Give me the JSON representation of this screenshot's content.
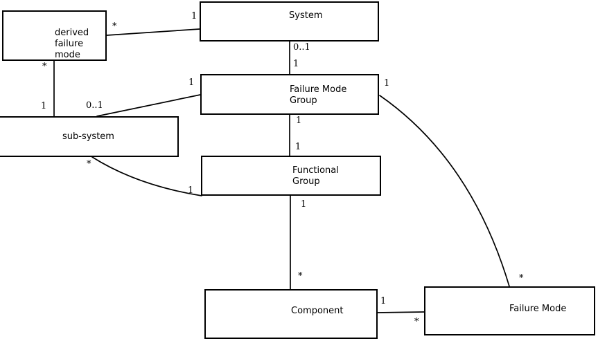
{
  "diagram": {
    "type": "uml-entity-relationship-diagram",
    "colors": {
      "background": "#ffffff",
      "box_fill": "#ffffff",
      "line": "#000000",
      "text": "#000000"
    },
    "entities": [
      {
        "id": "derived-failure-mode",
        "label": "derived\nfailure\nmode"
      },
      {
        "id": "system",
        "label": "System"
      },
      {
        "id": "failure-mode-group",
        "label": "Failure Mode\nGroup"
      },
      {
        "id": "sub-system",
        "label": "sub-system"
      },
      {
        "id": "functional-group",
        "label": "Functional\nGroup"
      },
      {
        "id": "component",
        "label": "Component"
      },
      {
        "id": "failure-mode",
        "label": "Failure Mode"
      }
    ],
    "relationships": [
      {
        "from": "derived failure mode",
        "to": "System",
        "from_card": "*",
        "to_card": "1"
      },
      {
        "from": "derived failure mode",
        "to": "sub-system",
        "from_card": "*",
        "to_card": "1"
      },
      {
        "from": "System",
        "to": "Failure Mode Group",
        "from_card": "0..1",
        "to_card": "1"
      },
      {
        "from": "sub-system",
        "to": "Failure Mode Group",
        "from_card": "0..1",
        "to_card": "1"
      },
      {
        "from": "Failure Mode Group",
        "to": "Functional Group",
        "from_card": "1",
        "to_card": "1"
      },
      {
        "from": "sub-system",
        "to": "Functional Group",
        "from_card": "*",
        "to_card": "1"
      },
      {
        "from": "Functional Group",
        "to": "Component",
        "from_card": "1",
        "to_card": "*"
      },
      {
        "from": "Component",
        "to": "Failure Mode",
        "from_card": "1",
        "to_card": "*"
      },
      {
        "from": "Failure Mode Group",
        "to": "Failure Mode",
        "from_card": "1",
        "to_card": "*"
      }
    ]
  }
}
